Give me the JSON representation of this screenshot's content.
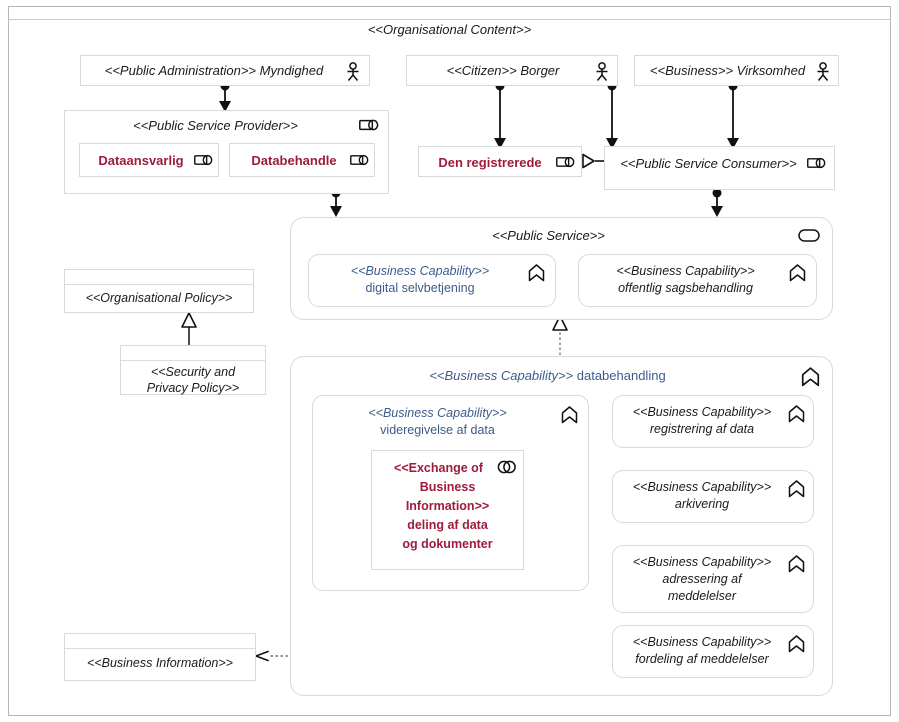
{
  "diagram": {
    "title": "<<Organisational Content>>",
    "type": "archimate-uml-profile-diagram"
  },
  "actors": [
    {
      "id": "myndighed",
      "stereotype": "<<Public Administration>>",
      "name": "Myndighed",
      "icon": "actor-icon"
    },
    {
      "id": "borger",
      "stereotype": "<<Citizen>>",
      "name": "Borger",
      "icon": "actor-icon"
    },
    {
      "id": "virksomhed",
      "stereotype": "<<Business>>",
      "name": "Virksomhed",
      "icon": "actor-icon"
    }
  ],
  "provider": {
    "stereotype": "<<Public Service Provider>>",
    "icon": "business-role-icon",
    "roles": [
      {
        "id": "dataansvarlig",
        "name": "Dataansvarlig",
        "icon": "business-role-icon"
      },
      {
        "id": "databehandle",
        "name": "Databehandle",
        "icon": "business-role-icon"
      }
    ]
  },
  "registrerede": {
    "name": "Den registrerede",
    "icon": "business-role-icon"
  },
  "consumer": {
    "stereotype": "<<Public Service Consumer>>",
    "icon": "business-role-icon"
  },
  "public_service": {
    "stereotype": "<<Public Service>>",
    "icon": "service-icon",
    "capabilities": [
      {
        "id": "digital-selvbetjening",
        "stereotype": "<<Business Capability>>",
        "name": "digital selvbetjening",
        "icon": "capability-icon",
        "color": "#3c5c8a",
        "style": "plain"
      },
      {
        "id": "offentlig-sagsbehandling",
        "stereotype": "<<Business Capability>>",
        "name": "offentlig sagsbehandling",
        "icon": "capability-icon",
        "color": "#1b1b1b",
        "style": "italic"
      }
    ]
  },
  "databehandling": {
    "stereotype": "<<Business Capability>>",
    "name": "databehandling",
    "icon": "capability-icon",
    "color": "#3c5c8a",
    "videregivelse": {
      "stereotype": "<<Business Capability>>",
      "name": "videregivelse af data",
      "icon": "capability-icon",
      "color": "#3c5c8a",
      "exchange": {
        "stereotype_line1": "<<Exchange of",
        "stereotype_line2": "Business",
        "stereotype_line3": "Information>>",
        "name_line1": "deling af data",
        "name_line2": "og dokumenter",
        "icon": "interaction-icon",
        "color": "#9e1b3c"
      }
    },
    "right_capabilities": [
      {
        "id": "registrering-af-data",
        "stereotype": "<<Business Capability>>",
        "name": "registrering af data",
        "icon": "capability-icon"
      },
      {
        "id": "arkivering",
        "stereotype": "<<Business Capability>>",
        "name": "arkivering",
        "icon": "capability-icon"
      },
      {
        "id": "adressering-af-meddelelser",
        "stereotype": "<<Business Capability>>",
        "name_line1": "adressering af",
        "name_line2": "meddelelser",
        "icon": "capability-icon"
      },
      {
        "id": "fordeling-af-meddelelser",
        "stereotype": "<<Business Capability>>",
        "name": "fordeling af meddelelser",
        "icon": "capability-icon"
      }
    ]
  },
  "policies": {
    "organisational": {
      "stereotype": "<<Organisational Policy>>"
    },
    "security_privacy": {
      "stereotype_line1": "<<Security and",
      "stereotype_line2": "Privacy Policy>>"
    }
  },
  "business_information": {
    "stereotype": "<<Business Information>>"
  },
  "colors": {
    "blue": "#3c5c8a",
    "red": "#9e1b3c",
    "dark": "#1b1b1b",
    "border": "#d9d9d9",
    "outer_border": "#b8b8b8",
    "wire": "#111111",
    "dashed": "#6f6f6f"
  }
}
